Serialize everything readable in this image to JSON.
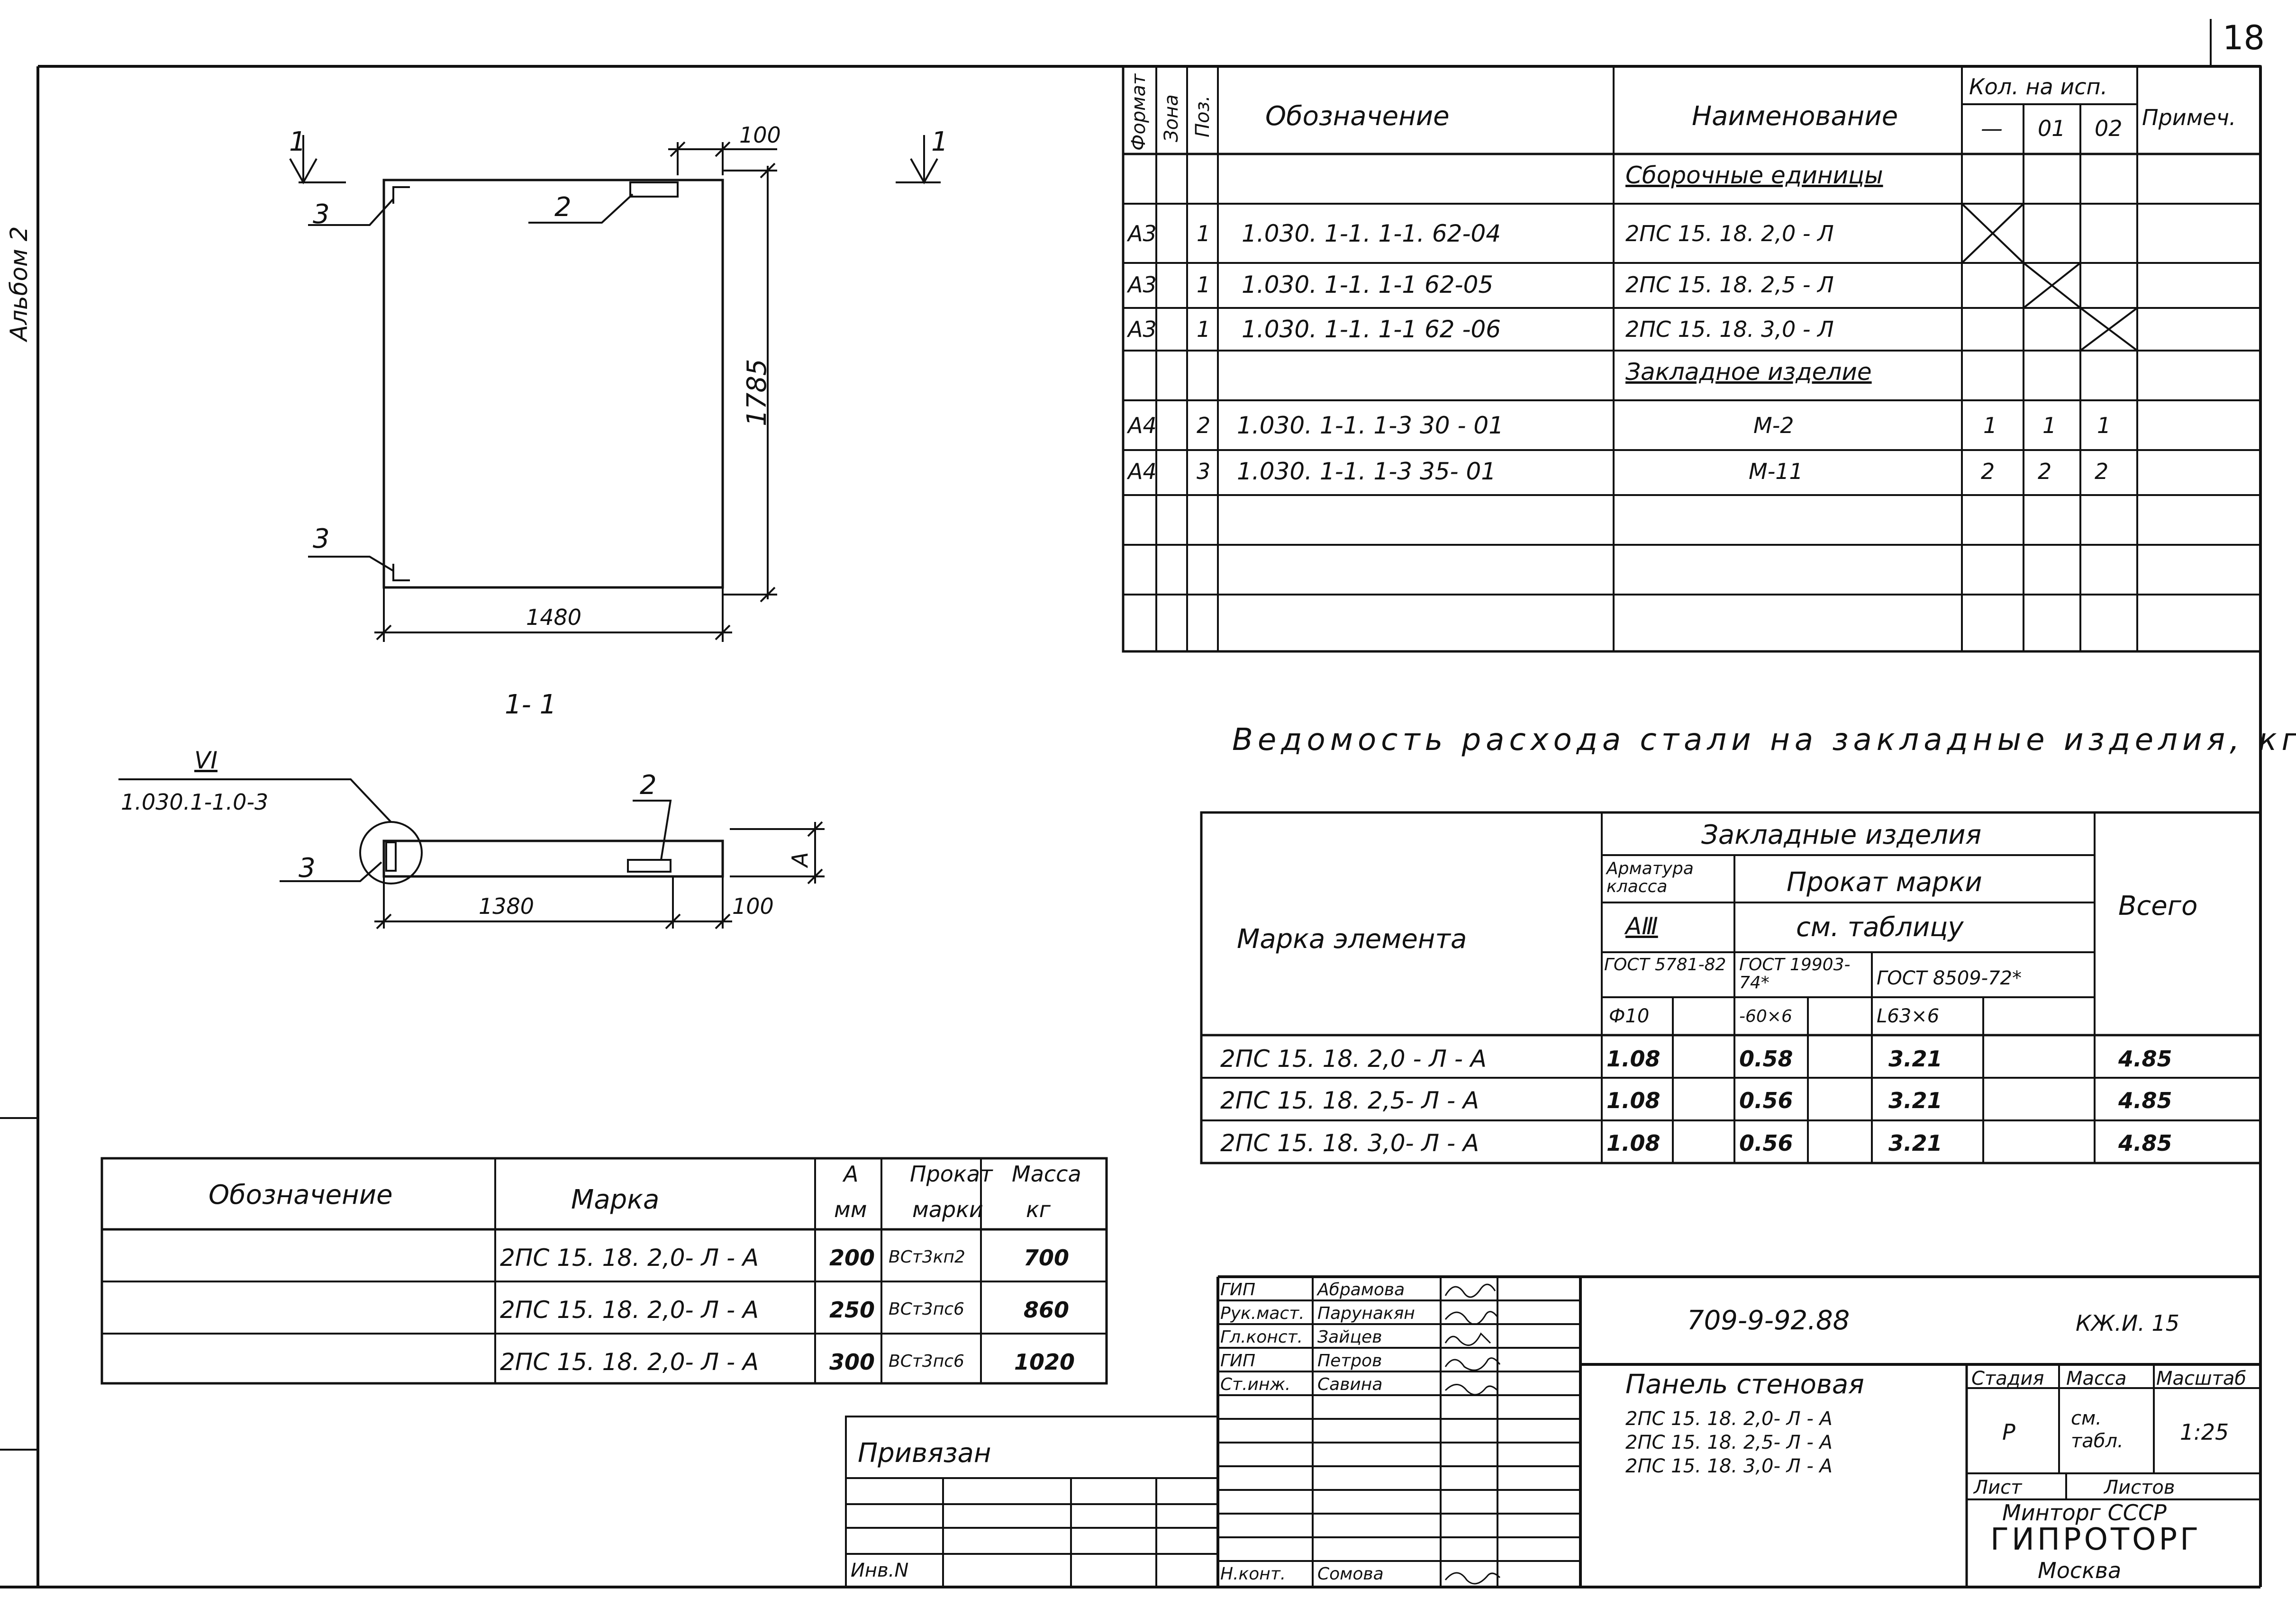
{
  "sheet": {
    "page_number": "18",
    "side_label": "Альбом 2"
  },
  "drawing": {
    "section_marks": [
      "1",
      "1"
    ],
    "section_label": "1- 1",
    "dims": {
      "d100_top": "100",
      "d1785": "1785",
      "d1480": "1480",
      "d1380": "1380",
      "d100_bottom": "100",
      "dA": "A"
    },
    "callouts": {
      "c3_top": "3",
      "c3_bottom": "3",
      "c2_top": "2",
      "c2_section": "2",
      "c3_section": "3"
    },
    "node_ref": {
      "number": "VI",
      "doc": "1.030.1-1.0-3"
    }
  },
  "spec_table": {
    "headers": {
      "format": "Формат",
      "zone": "Зона",
      "pos": "Поз.",
      "designation": "Обозначение",
      "name": "Наименование",
      "qty": "Кол. на исп.",
      "q00": "—",
      "q01": "01",
      "q02": "02",
      "note": "Примеч."
    },
    "rows": [
      {
        "format": "",
        "zone": "",
        "pos": "",
        "designation": "",
        "name": "Сборочные единицы",
        "q00": "",
        "q01": "",
        "q02": ""
      },
      {
        "format": "А3",
        "zone": "",
        "pos": "1",
        "designation": "1.030. 1-1. 1-1. 62-04",
        "name": "2ПС 15. 18. 2,0 - Л",
        "q00": "",
        "q01": "",
        "q02": ""
      },
      {
        "format": "А3",
        "zone": "",
        "pos": "1",
        "designation": "1.030. 1-1. 1-1 62-05",
        "name": "2ПС 15. 18. 2,5 - Л",
        "q00": "",
        "q01": "",
        "q02": ""
      },
      {
        "format": "А3",
        "zone": "",
        "pos": "1",
        "designation": "1.030. 1-1. 1-1 62 -06",
        "name": "2ПС 15. 18. 3,0 - Л",
        "q00": "",
        "q01": "",
        "q02": ""
      },
      {
        "format": "",
        "zone": "",
        "pos": "",
        "designation": "",
        "name": "Закладное изделие",
        "q00": "",
        "q01": "",
        "q02": ""
      },
      {
        "format": "А4",
        "zone": "",
        "pos": "2",
        "designation": "1.030. 1-1. 1-3 30 - 01",
        "name": "М-2",
        "q00": "1",
        "q01": "1",
        "q02": "1"
      },
      {
        "format": "А4",
        "zone": "",
        "pos": "3",
        "designation": "1.030. 1-1. 1-3 35- 01",
        "name": "М-11",
        "q00": "2",
        "q01": "2",
        "q02": "2"
      }
    ]
  },
  "steel_title": "Ведомость расхода стали на закладные изделия, кг",
  "steel_table": {
    "headers": {
      "element": "Марка элемента",
      "embedded": "Закладные изделия",
      "rebar_class": "Арматура класса",
      "rebar_grade": "АⅢ",
      "rebar_gost": "ГОСТ 5781-82",
      "rolled": "Прокат марки",
      "rolled_see": "см. таблицу",
      "gost1": "ГОСТ 19903-74*",
      "gost2": "ГОСТ 8509-72*",
      "total": "Всего",
      "sub_phi": "Ф10",
      "sub_sheet": "-60×6",
      "sub_angle": "L63×6"
    },
    "rows": [
      {
        "element": "2ПС 15. 18. 2,0 - Л - А",
        "phi10": "1.08",
        "sheet": "0.58",
        "angle": "3.21",
        "total": "4.85"
      },
      {
        "element": "2ПС 15. 18. 2,5- Л - А",
        "phi10": "1.08",
        "sheet": "0.56",
        "angle": "3.21",
        "total": "4.85"
      },
      {
        "element": "2ПС 15. 18. 3,0- Л - А",
        "phi10": "1.08",
        "sheet": "0.56",
        "angle": "3.21",
        "total": "4.85"
      }
    ]
  },
  "marks_table": {
    "headers": {
      "designation": "Обозначение",
      "mark": "Марка",
      "a": "А",
      "a_unit": "мм",
      "rolled": "Прокат",
      "rolled2": "марки",
      "mass": "Масса",
      "mass_unit": "кг"
    },
    "rows": [
      {
        "designation": "",
        "mark": "2ПС 15. 18. 2,0- Л - А",
        "a": "200",
        "rolled": "ВСт3кп2",
        "mass": "700"
      },
      {
        "designation": "",
        "mark": "2ПС 15. 18. 2,0- Л - А",
        "a": "250",
        "rolled": "ВСт3пс6",
        "mass": "860"
      },
      {
        "designation": "",
        "mark": "2ПС 15. 18. 2,0- Л - А",
        "a": "300",
        "rolled": "ВСт3пс6",
        "mass": "1020"
      }
    ]
  },
  "privyazan": {
    "label": "Привязан",
    "inv": "Инв.N"
  },
  "title_block": {
    "signers": [
      {
        "role": "ГИП",
        "name": "Абрамова"
      },
      {
        "role": "Рук.маст.",
        "name": "Парунакян"
      },
      {
        "role": "Гл.конст.",
        "name": "Зайцев"
      },
      {
        "role": "ГИП",
        "name": "Петров"
      },
      {
        "role": "Ст.инж.",
        "name": "Савина"
      }
    ],
    "nkont_role": "Н.конт.",
    "nkont_name": "Сомова",
    "code": "709-9-92.88",
    "sheet_code": "КЖ.И. 15",
    "title": "Панель стеновая",
    "items": [
      "2ПС 15. 18. 2,0- Л - А",
      "2ПС 15. 18. 2,5- Л - А",
      "2ПС 15. 18. 3,0- Л - А"
    ],
    "stage_label": "Стадия",
    "mass_label": "Масса",
    "scale_label": "Масштаб",
    "stage": "Р",
    "mass": "см. табл.",
    "scale": "1:25",
    "sheet_label": "Лист",
    "sheets_label": "Листов",
    "org1": "Минторг СССР",
    "org2": "ГИПРОТОРГ",
    "org3": "Москва"
  }
}
